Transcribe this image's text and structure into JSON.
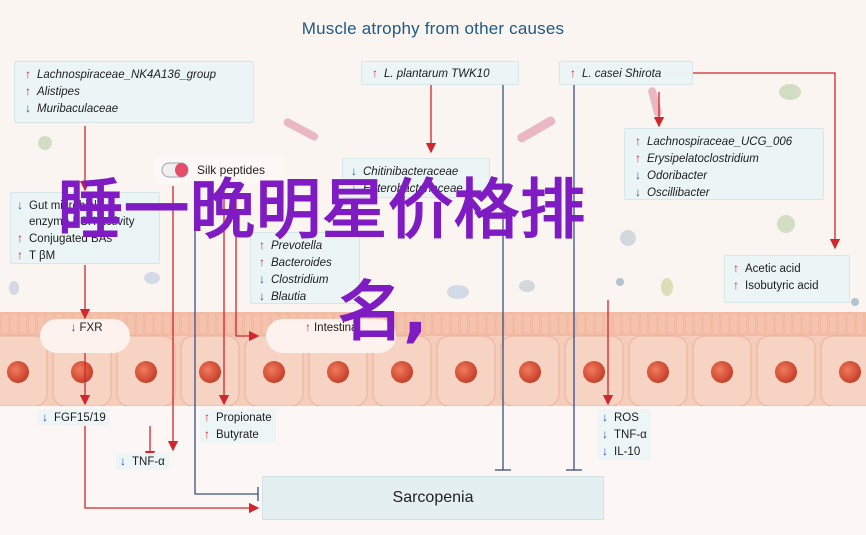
{
  "title": "Muscle atrophy from other causes",
  "box_topleft": [
    {
      "dir": "up",
      "text": "Lachnospiraceae_NK4A136_group"
    },
    {
      "dir": "up",
      "text": "Alistipes"
    },
    {
      "dir": "down",
      "text": "Muribaculaceae"
    }
  ],
  "box_plantarum": {
    "dir": "up",
    "text": "L. plantarum TWK10"
  },
  "box_casei": {
    "dir": "up",
    "text": "L. casei Shirota"
  },
  "silk": "Silk peptides",
  "box_left_mid": [
    {
      "dir": "down",
      "text": "Gut microbial"
    },
    {
      "dir": "",
      "text": "enzyme BSH activity"
    },
    {
      "dir": "up",
      "text": "Conjugated BAs"
    },
    {
      "dir": "up",
      "text": "T βM"
    }
  ],
  "box_center": [
    {
      "dir": "down",
      "text": "Chitinibacteraceae"
    },
    {
      "dir": "down",
      "text": "Enterobacteriaceae"
    },
    {
      "dir": "up",
      "text": "Prevotella"
    },
    {
      "dir": "up",
      "text": "Bacteroides"
    },
    {
      "dir": "down",
      "text": "Clostridium"
    },
    {
      "dir": "down",
      "text": "Blautia"
    }
  ],
  "box_right": [
    {
      "dir": "up",
      "text": "Lachnospiraceae_UCG_006"
    },
    {
      "dir": "up",
      "text": "Erysipelatoclostridium"
    },
    {
      "dir": "down",
      "text": "Odoribacter"
    },
    {
      "dir": "down",
      "text": "Oscillibacter"
    }
  ],
  "box_acids": [
    {
      "dir": "up",
      "text": "Acetic acid"
    },
    {
      "dir": "up",
      "text": "Isobutyric acid"
    }
  ],
  "fxr": {
    "dir": "down",
    "text": "FXR"
  },
  "intestinal": {
    "dir": "up",
    "text": "Intestinal"
  },
  "fgf": {
    "dir": "down",
    "text": "FGF15/19"
  },
  "tnf_left": {
    "dir": "down",
    "text": "TNF-α"
  },
  "propionate": [
    {
      "dir": "up",
      "text": "Propionate"
    },
    {
      "dir": "up",
      "text": "Butyrate"
    }
  ],
  "ros": [
    {
      "dir": "down",
      "text": "ROS"
    },
    {
      "dir": "down",
      "text": "TNF-α"
    },
    {
      "dir": "down",
      "text": "IL-10"
    }
  ],
  "sarcopenia": "Sarcopenia",
  "watermark_line1": "睡一晚明星价格排",
  "watermark_line2": "名,",
  "colors": {
    "red_arrow": "#d1262b",
    "blue_line": "#3b4f86",
    "title": "#1e5a86",
    "watermark": "#7f1bc3",
    "cell": "#f7d3c3",
    "nucleus": "#e05a3c"
  }
}
